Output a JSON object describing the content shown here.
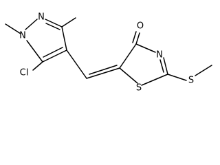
{
  "atoms": {
    "pyrazole_n1": "N",
    "pyrazole_n2": "N",
    "chloro": "Cl",
    "carbonyl_o": "O",
    "thiazole_n": "N",
    "thiazole_s": "S",
    "thioether_s": "S"
  }
}
